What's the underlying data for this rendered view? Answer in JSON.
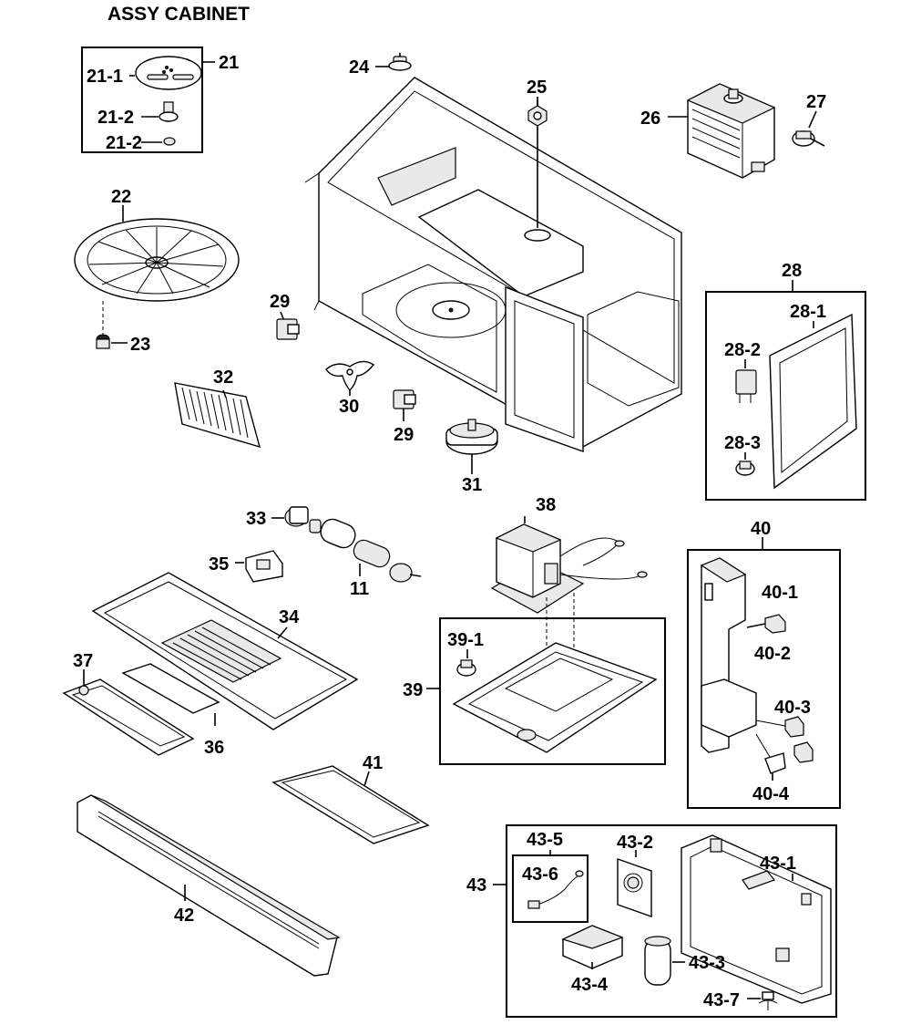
{
  "title": "ASSY CABINET",
  "labels": {
    "p21": "21",
    "p21_1": "21-1",
    "p21_2a": "21-2",
    "p21_2b": "21-2",
    "p22": "22",
    "p23": "23",
    "p24": "24",
    "p25": "25",
    "p26": "26",
    "p27": "27",
    "p28": "28",
    "p28_1": "28-1",
    "p28_2": "28-2",
    "p28_3": "28-3",
    "p29a": "29",
    "p29b": "29",
    "p30": "30",
    "p31": "31",
    "p32": "32",
    "p33": "33",
    "p11": "11",
    "p34": "34",
    "p35": "35",
    "p36": "36",
    "p37": "37",
    "p38": "38",
    "p39": "39",
    "p39_1": "39-1",
    "p40": "40",
    "p40_1": "40-1",
    "p40_2": "40-2",
    "p40_3": "40-3",
    "p40_4": "40-4",
    "p41": "41",
    "p42": "42",
    "p43": "43",
    "p43_1": "43-1",
    "p43_2": "43-2",
    "p43_3": "43-3",
    "p43_4": "43-4",
    "p43_5": "43-5",
    "p43_6": "43-6",
    "p43_7": "43-7"
  }
}
